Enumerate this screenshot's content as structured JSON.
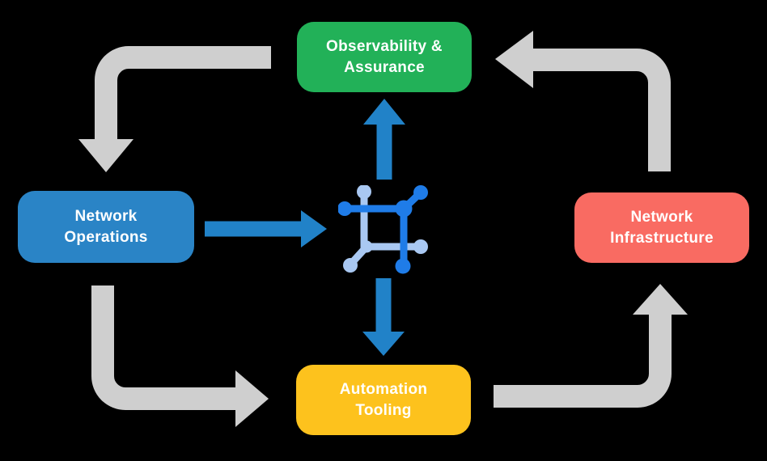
{
  "colors": {
    "background": "#000000",
    "arrow_gray": "#cfcfcf",
    "arrow_blue": "#2182c8",
    "icon_dark_blue": "#1f7ce8",
    "icon_light_blue": "#a9c8f2",
    "node_text": "#ffffff"
  },
  "nodes": {
    "observability": {
      "line1": "Observability &",
      "line2": "Assurance",
      "color": "#22b158"
    },
    "operations": {
      "line1": "Network",
      "line2": "Operations",
      "color": "#2a84c6"
    },
    "infrastructure": {
      "line1": "Network",
      "line2": "Infrastructure",
      "color": "#f96b62"
    },
    "automation": {
      "line1": "Automation",
      "line2": "Tooling",
      "color": "#fdc21d"
    }
  },
  "center_icon": {
    "name": "network-hub-icon"
  },
  "flows": {
    "outer_cycle": [
      {
        "from": "Observability & Assurance",
        "to": "Network Operations",
        "style": "gray"
      },
      {
        "from": "Network Operations",
        "to": "Automation Tooling",
        "style": "gray"
      },
      {
        "from": "Automation Tooling",
        "to": "Network Infrastructure",
        "style": "gray"
      },
      {
        "from": "Network Infrastructure",
        "to": "Observability & Assurance",
        "style": "gray"
      }
    ],
    "hub_links": [
      {
        "from": "Network Operations",
        "to": "network-hub",
        "style": "blue"
      },
      {
        "from": "network-hub",
        "to": "Observability & Assurance",
        "style": "blue"
      },
      {
        "from": "network-hub",
        "to": "Automation Tooling",
        "style": "blue"
      }
    ]
  }
}
